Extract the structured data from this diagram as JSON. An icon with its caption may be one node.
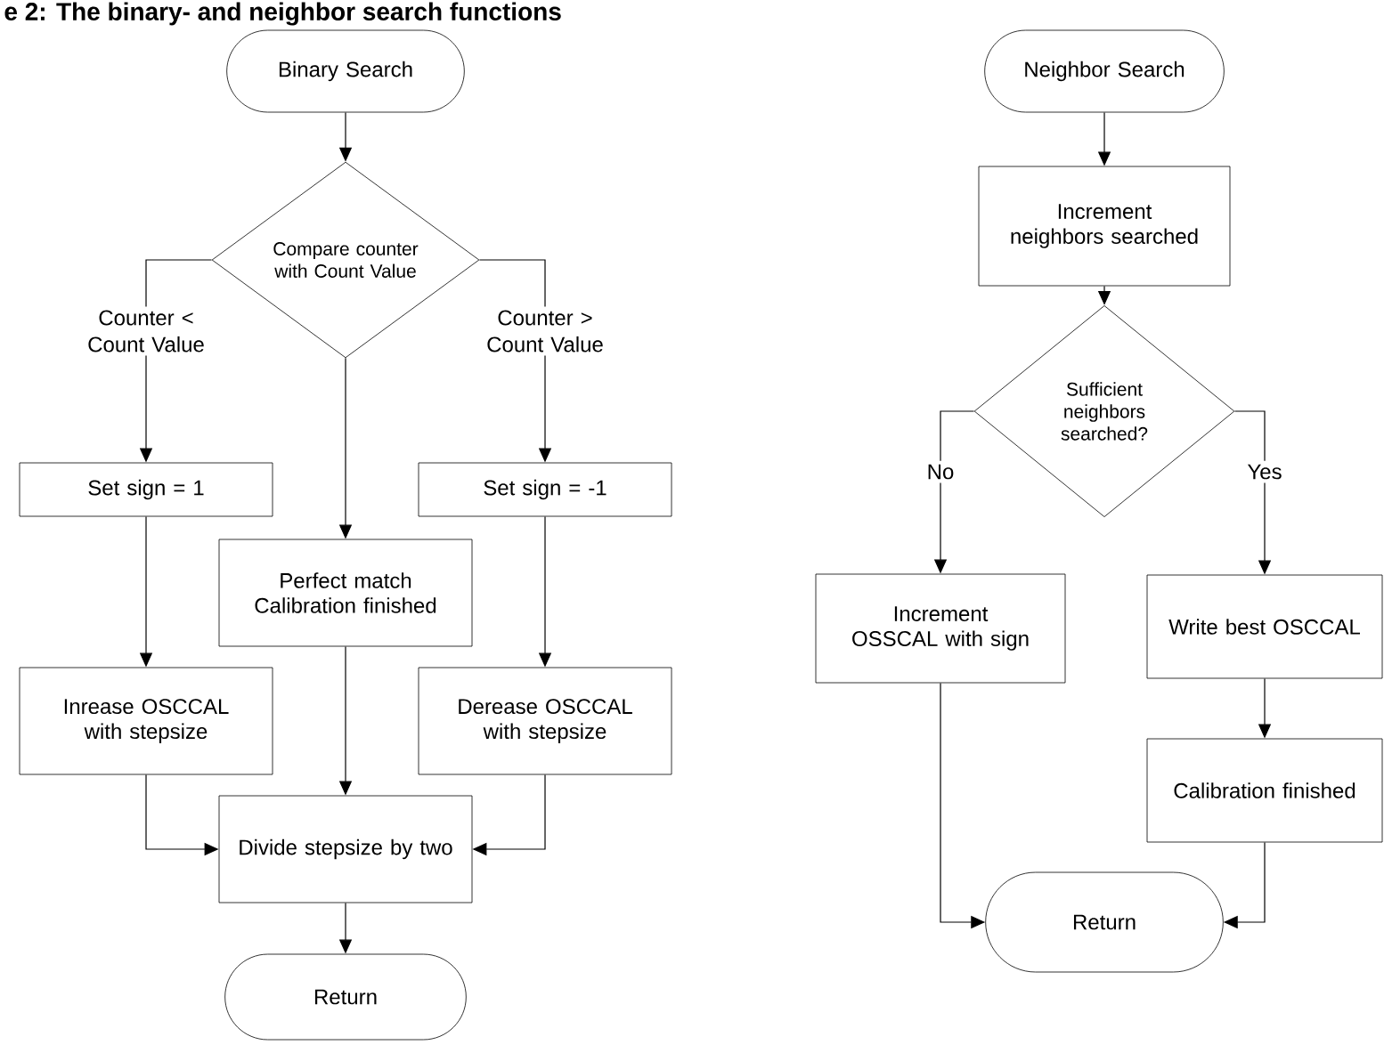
{
  "diagram": {
    "title": "e 2: The binary- and neighbor search functions",
    "nodes": [
      {
        "text": [
          "Binary Search"
        ]
      },
      {
        "text": [
          "Compare counter with Count Value"
        ]
      },
      {
        "text": [
          "Set sign = 1"
        ]
      },
      {
        "text": [
          "Set sign = -1"
        ]
      },
      {
        "text": [
          "Perfect match Calibration finished"
        ]
      },
      {
        "text": [
          "Inrease OSCCAL with stepsize"
        ]
      },
      {
        "text": [
          "Derease OSCCAL with stepsize"
        ]
      },
      {
        "text": [
          "Divide stepsize by two"
        ]
      },
      {
        "text": [
          "Return"
        ]
      },
      {
        "text": [
          "Neighbor Search"
        ]
      },
      {
        "text": [
          "Increment neighbors searched"
        ]
      },
      {
        "text": [
          "Sufficient neighbors searched?"
        ]
      },
      {
        "text": [
          "Increment OSSCAL with sign"
        ]
      },
      {
        "text": [
          "Write best OSCCAL"
        ]
      },
      {
        "text": [
          "Calibration finished"
        ]
      },
      {
        "text": [
          "Return"
        ]
      }
    ],
    "edges": [
      {
        "from": 0,
        "to": 1,
        "arrow": "to"
      },
      {
        "from": 1,
        "to": 2,
        "arrow": "to",
        "label": "Counter < Count Value"
      },
      {
        "from": 1,
        "to": 3,
        "arrow": "to",
        "label": "Counter > Count Value"
      },
      {
        "from": 1,
        "to": 4,
        "arrow": "to"
      },
      {
        "from": 2,
        "to": 5,
        "arrow": "to"
      },
      {
        "from": 3,
        "to": 6,
        "arrow": "to"
      },
      {
        "from": 4,
        "to": 7,
        "arrow": "to"
      },
      {
        "from": 5,
        "to": 7,
        "arrow": "to"
      },
      {
        "from": 6,
        "to": 7,
        "arrow": "to"
      },
      {
        "from": 7,
        "to": 8,
        "arrow": "to"
      },
      {
        "from": 9,
        "to": 10,
        "arrow": "to"
      },
      {
        "from": 10,
        "to": 11,
        "arrow": "to"
      },
      {
        "from": 11,
        "to": 12,
        "arrow": "to",
        "label": "No"
      },
      {
        "from": 11,
        "to": 13,
        "arrow": "to",
        "label": "Yes"
      },
      {
        "from": 13,
        "to": 14,
        "arrow": "to"
      },
      {
        "from": 12,
        "to": 15,
        "arrow": "to"
      },
      {
        "from": 14,
        "to": 15,
        "arrow": "to"
      }
    ]
  }
}
